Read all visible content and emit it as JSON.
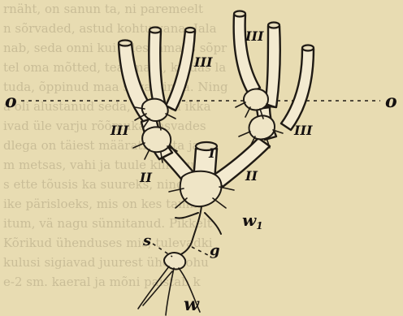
{
  "figure": {
    "labels": {
      "level_left": "o",
      "level_right": "o",
      "s": "s",
      "g": "g",
      "w": "w",
      "w1": "w",
      "w1_sub": "1",
      "I": "I",
      "II_left": "II",
      "II_right": "II",
      "III_left_branch": "III",
      "III_left_shoot": "III",
      "III_right_branch": "III",
      "III_right_shoot": "III"
    }
  },
  "background_text": [
    "rnäht, on sanun ta, ni paremeelt",
    "n sõrvaded, astud kohtu vana. Jala",
    "nab, seda onni kui alleskamaks sõpr",
    "tel oma mõtted, teadmata, kuidas la",
    "tuda, õppinud maa sega pinda. Ning",
    "a oli alustanud seda, mida ta ikka",
    "ivad üle varju rõõmuka kasvades",
    "dlega on täiest määratlemata ja an",
    "m metsas, vahi ja tuule kiiri juust.",
    "s ette tõusis ka suureks, ning mulla",
    "ike pärisloeks, mis on kes tamm",
    "itum, vä nagu sünnitanud. Pikkelt",
    "Kõrikud ühenduses mis, tulevadki",
    "kulusi sigiavad juurest ühes rohu",
    "e-2 sm. kaeral ja mõni paistab k"
  ]
}
